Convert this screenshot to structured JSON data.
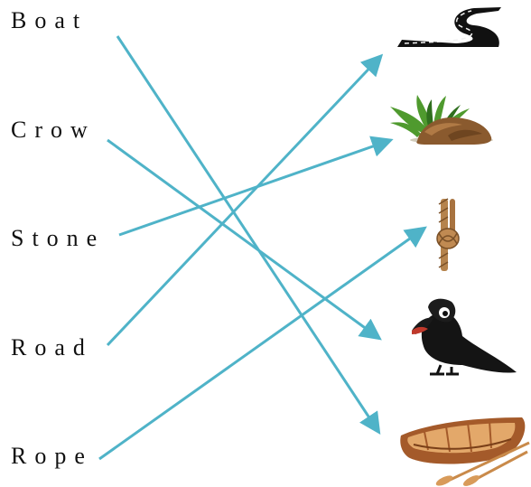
{
  "words": {
    "boat": "Boat",
    "crow": "Crow",
    "stone": "Stone",
    "road": "Road",
    "rope": "Rope"
  },
  "pictures": [
    "road-icon",
    "stone-grass-icon",
    "rope-icon",
    "crow-icon",
    "boat-icon"
  ],
  "connections": [
    {
      "from": "Boat",
      "to": "boat-icon"
    },
    {
      "from": "Crow",
      "to": "crow-icon"
    },
    {
      "from": "Stone",
      "to": "stone-grass-icon"
    },
    {
      "from": "Road",
      "to": "road-icon"
    },
    {
      "from": "Rope",
      "to": "rope-icon"
    }
  ],
  "colors": {
    "line": "#4fb3c8",
    "text": "#111111"
  }
}
